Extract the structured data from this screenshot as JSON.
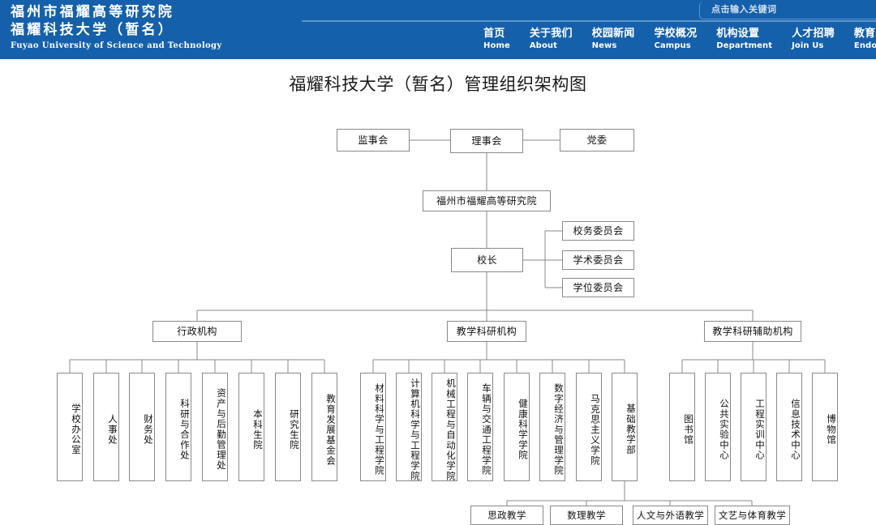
{
  "header": {
    "brand_cn_line1": "福州市福耀高等研究院",
    "brand_cn_line2": "福耀科技大学（暂名）",
    "brand_en": "Fuyao University of Science and Technology",
    "brand_color": "#ffffff",
    "background_color": "#1560ab",
    "search": {
      "placeholder": "点击输入关键词",
      "value": ""
    },
    "nav": [
      {
        "cn": "首页",
        "en": "Home"
      },
      {
        "cn": "关于我们",
        "en": "About"
      },
      {
        "cn": "校园新闻",
        "en": "News"
      },
      {
        "cn": "学校概况",
        "en": "Campus"
      },
      {
        "cn": "机构设置",
        "en": "Department"
      },
      {
        "cn": "人才招聘",
        "en": "Join Us"
      },
      {
        "cn": "教育发展基",
        "en": "Endowment"
      }
    ]
  },
  "page": {
    "title": "福耀科技大学（暂名）管理组织架构图"
  },
  "chart_data": {
    "type": "diagram",
    "title": "福耀科技大学（暂名）管理组织架构图",
    "nodes": {
      "board_supervisor": "监事会",
      "board_trustees": "理事会",
      "party_committee": "党委",
      "institute": "福州市福耀高等研究院",
      "president": "校长",
      "committee_school_affairs": "校务委员会",
      "committee_academic": "学术委员会",
      "committee_degree": "学位委员会",
      "group_admin": "行政机构",
      "group_academic": "教学科研机构",
      "group_support": "教学科研辅助机构"
    },
    "admin_units": [
      "学校办公室",
      "人事处",
      "财务处",
      "科研与合作处",
      "资产与后勤管理处",
      "本科生院",
      "研究生院",
      "教育发展基金会"
    ],
    "academic_units": [
      "材料科学与工程学院",
      "计算机科学与工程学院",
      "机械工程与自动化学院",
      "车辆与交通工程学院",
      "健康科学学院",
      "数字经济与管理学院",
      "马克思主义学院",
      "基础教学部"
    ],
    "support_units": [
      "图书馆",
      "公共实验中心",
      "工程实训中心",
      "信息技术中心",
      "博物馆"
    ],
    "basic_teaching_sections": [
      "思政教学",
      "数理教学",
      "人文与外语教学",
      "文艺与体育教学"
    ],
    "edge_color": "#8a8a8a",
    "node_border_color": "#8a8a8a",
    "node_fill_color": "#ffffff"
  }
}
